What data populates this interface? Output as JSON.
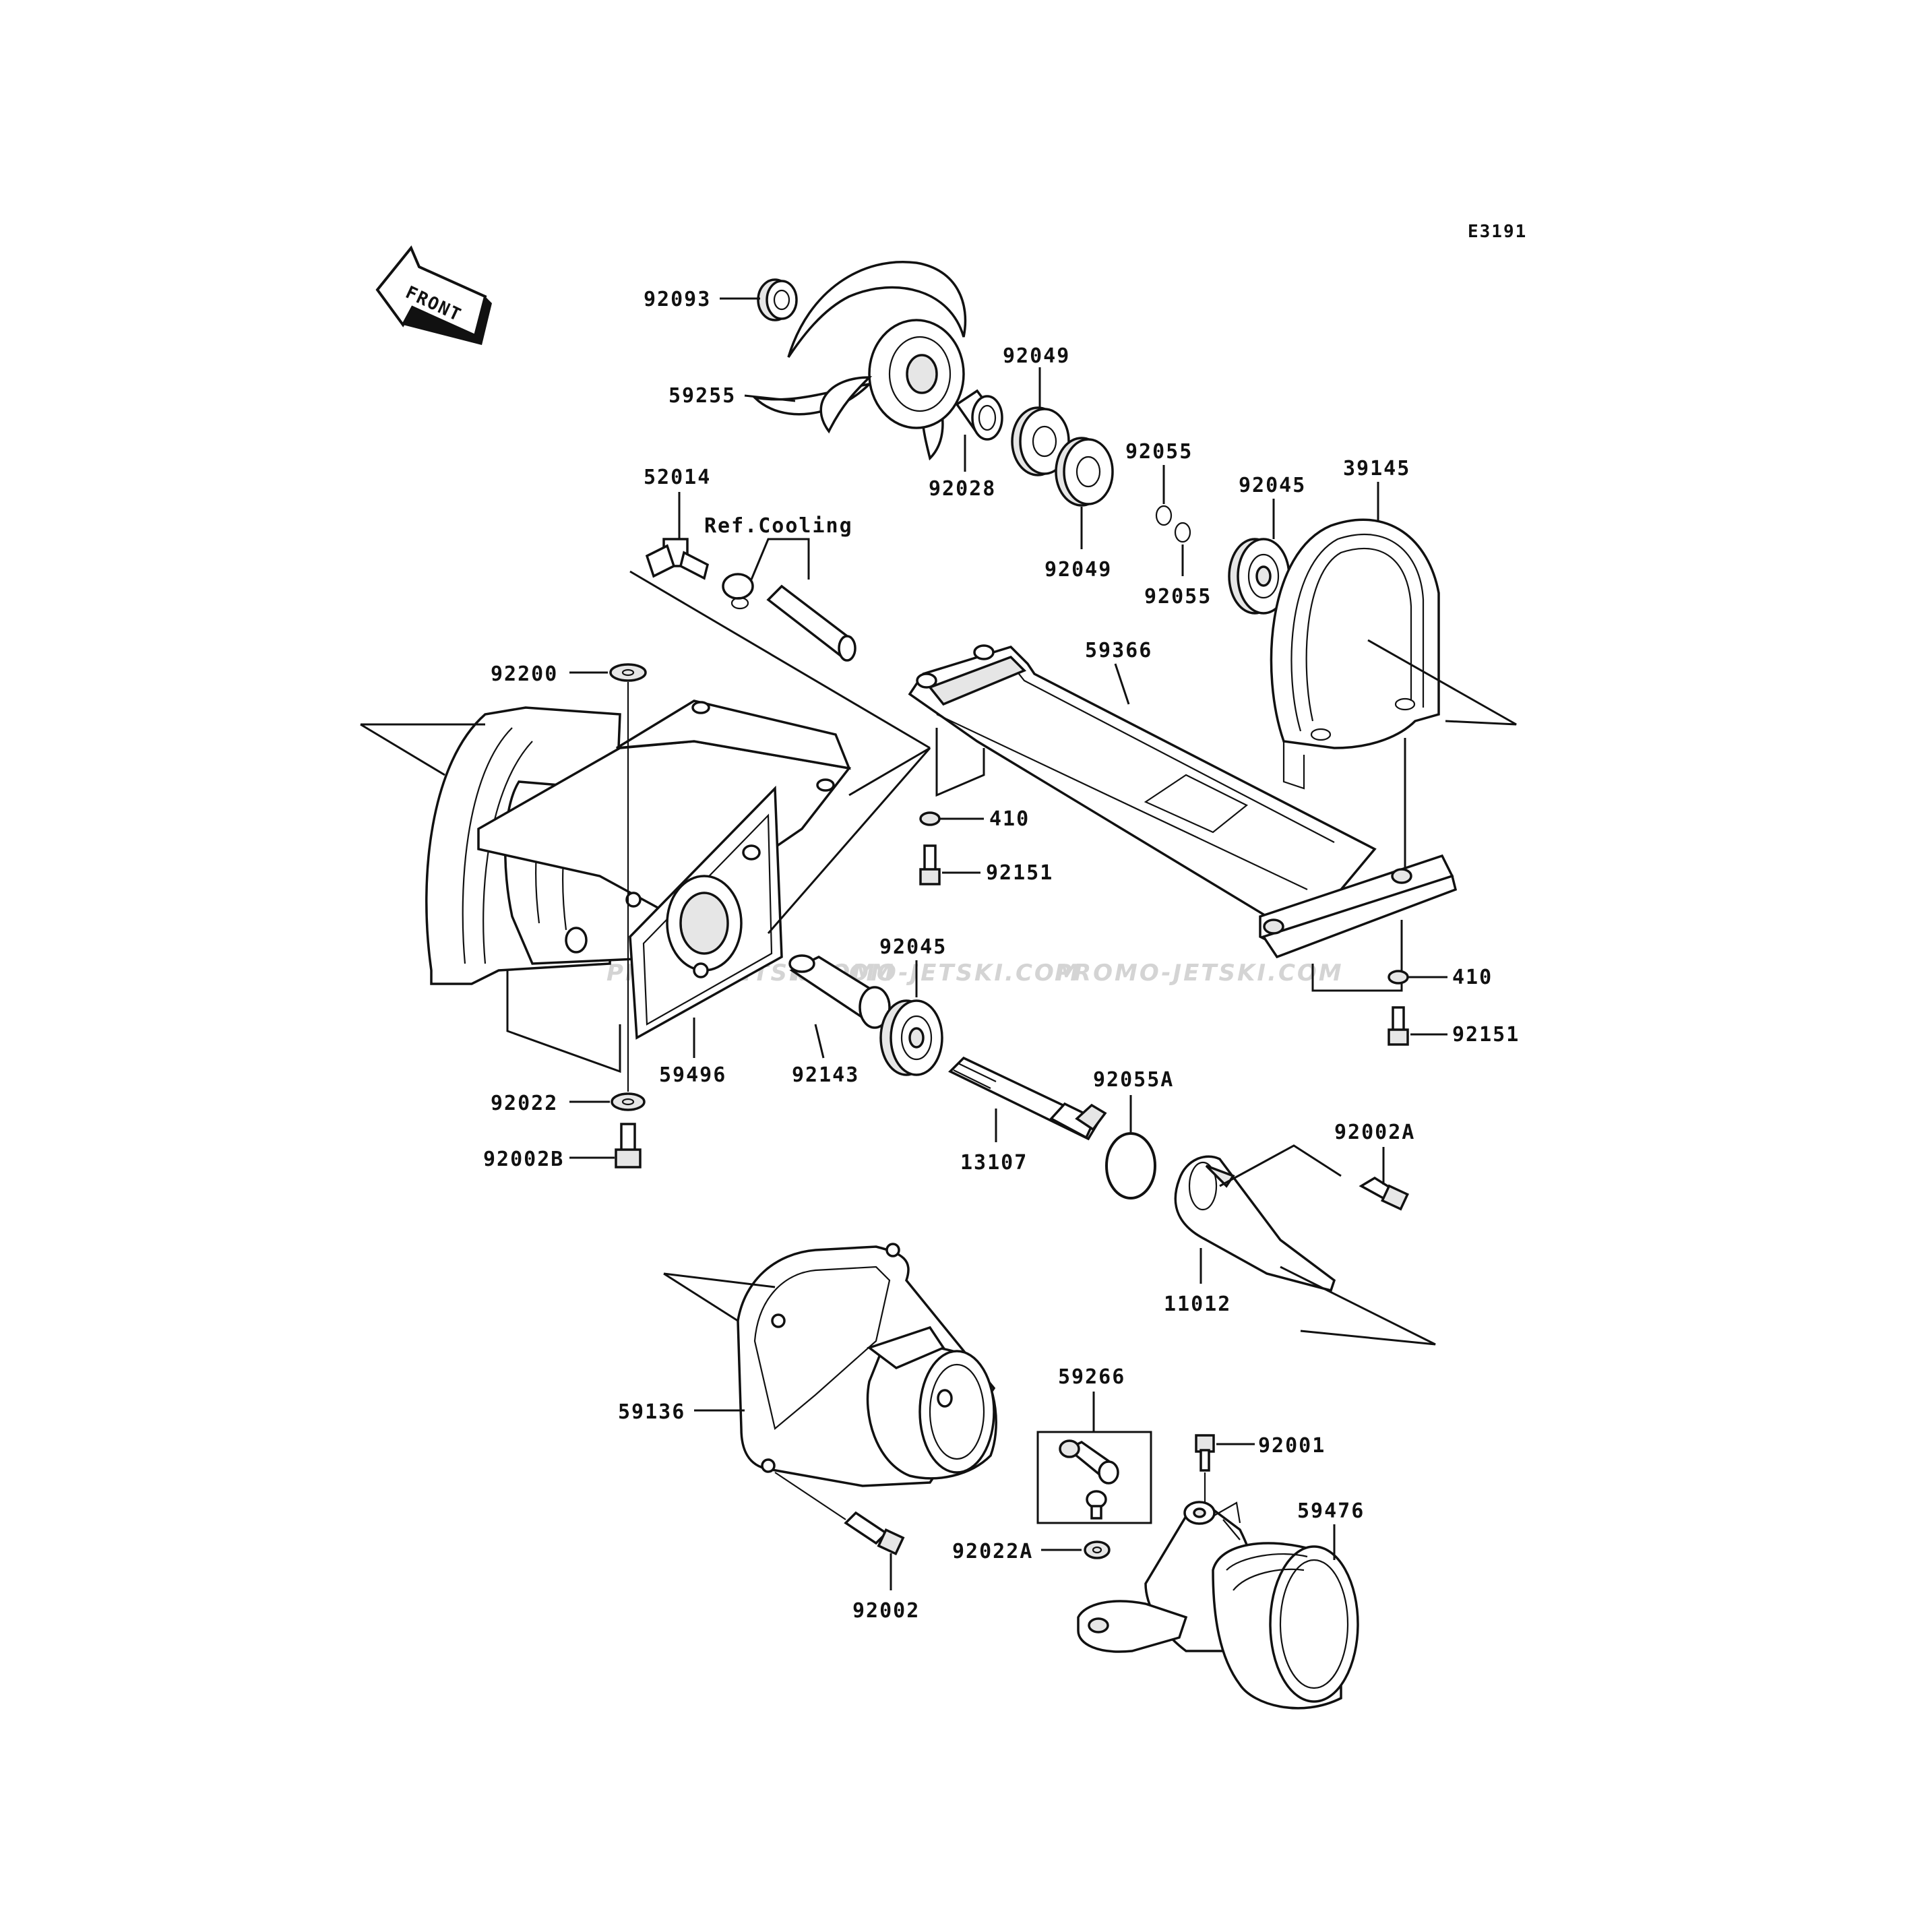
{
  "diagram_code": "E3191",
  "front_label": "FRONT",
  "ref_note": "Ref.Cooling",
  "watermarks": [
    "PROMO-JETSKI.COM",
    "PROMO-JETSKI.COM",
    "PROMO-JETSKI.COM"
  ],
  "parts": {
    "p92093": "92093",
    "p59255": "59255",
    "p92049a": "92049",
    "p92028": "92028",
    "p92049b": "92049",
    "p92055a": "92055",
    "p92055b": "92055",
    "p92045a": "92045",
    "p39145": "39145",
    "p52014": "52014",
    "p92200": "92200",
    "p59366": "59366",
    "p410a": "410",
    "p92151a": "92151",
    "p92045b": "92045",
    "p410b": "410",
    "p92151b": "92151",
    "p59496": "59496",
    "p92143": "92143",
    "p92022": "92022",
    "p92002B": "92002B",
    "p92055A": "92055A",
    "p13107": "13107",
    "p92002A": "92002A",
    "p11012": "11012",
    "p59266": "59266",
    "p59136": "59136",
    "p92001": "92001",
    "p59476": "59476",
    "p92022A": "92022A",
    "p92002": "92002"
  }
}
